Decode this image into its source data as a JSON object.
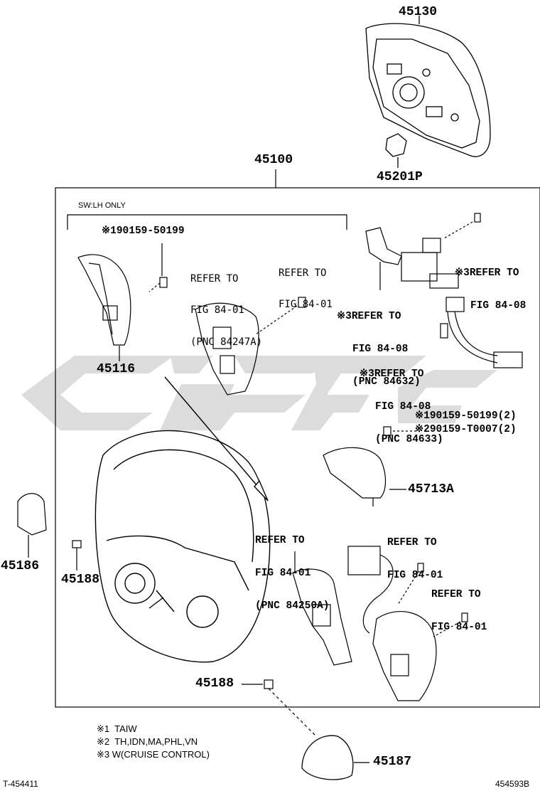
{
  "part_numbers": {
    "p45130": "45130",
    "p45201p": "45201P",
    "p45100": "45100",
    "p45116": "45116",
    "p45713a": "45713A",
    "p45186": "45186",
    "p45188_a": "45188",
    "p45188_b": "45188",
    "p45187": "45187"
  },
  "sw_lh_only": "SW:LH ONLY",
  "screw_notes": {
    "s1": "※190159-50199",
    "s2": "※190159-50199(2)",
    "s3": "※290159-T0007(2)"
  },
  "refs": {
    "r1": [
      "REFER TO",
      "FIG 84-01",
      "(PNC 84247A)"
    ],
    "r2": [
      "REFER TO",
      "FIG 84-01"
    ],
    "r3": [
      "※3REFER TO",
      "FIG 84-08"
    ],
    "r4": [
      "※3REFER TO",
      "FIG 84-08",
      "(PNC 84632)"
    ],
    "r5": [
      "※3REFER TO",
      "FIG 84-08",
      "(PNC 84633)"
    ],
    "r6": [
      "REFER TO",
      "FIG 84-01",
      "(PNC 84250A)"
    ],
    "r7": [
      "REFER TO",
      "FIG 84-01"
    ],
    "r8": [
      "REFER TO",
      "FIG 84-01"
    ]
  },
  "legend": {
    "l1": "※1  TAIW",
    "l2": "※2  TH,IDN,MA,PHL,VN",
    "l3": "※3 W(CRUISE CONTROL)"
  },
  "footer": {
    "left": "T-454411",
    "right": "454593B"
  },
  "colors": {
    "line": "#000000",
    "watermark": "#d9d9d9"
  }
}
